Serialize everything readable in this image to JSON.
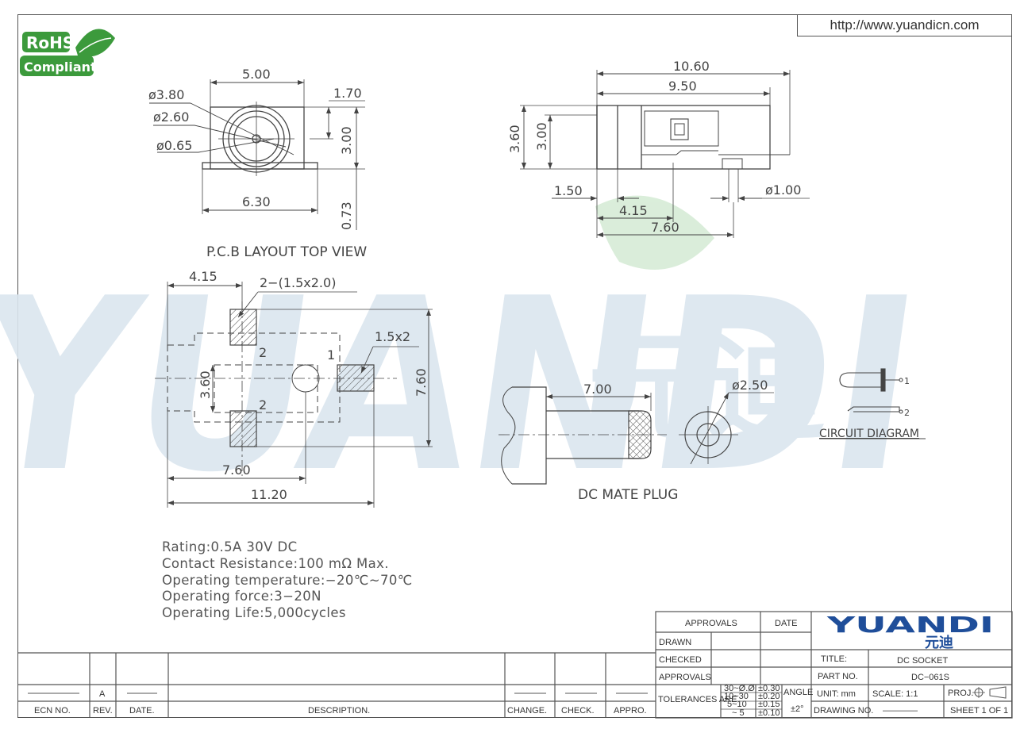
{
  "header": {
    "url": "http://www.yuandicn.com"
  },
  "logo": {
    "line1": "RoHS",
    "line2": "Compliant"
  },
  "watermark": {
    "latin": "YUANDI",
    "chinese": "元迪"
  },
  "dims": {
    "d380": "ø3.80",
    "d260": "ø2.60",
    "d065": "ø0.65",
    "w500": "5.00",
    "w170": "1.70",
    "h300a": "3.00",
    "w630": "6.30",
    "h073": "0.73",
    "w1060": "10.60",
    "w950": "9.50",
    "h360a": "3.60",
    "h300b": "3.00",
    "w150": "1.50",
    "w415a": "4.15",
    "d100": "ø1.00",
    "w760a": "7.60",
    "w415b": "4.15",
    "pad2": "2−(1.5x2.0)",
    "pad1": "1.5x2",
    "h360b": "3.60",
    "h760": "7.60",
    "pin2a": "2",
    "pin1": "1",
    "pin2b": "2",
    "w760b": "7.60",
    "w1120": "11.20",
    "w700": "7.00",
    "d250": "ø2.50"
  },
  "labels": {
    "pcb_layout": "P.C.B  LAYOUT  TOP  VIEW",
    "dc_mate_plug": "DC  MATE  PLUG",
    "circuit_diagram": "CIRCUIT  DIAGRAM",
    "circuit_pin1": "1",
    "circuit_pin2": "2"
  },
  "specs": [
    "Rating:0.5A  30V  DC",
    "Contact  Resistance:100  mΩ  Max.",
    "Operating  temperature:−20℃~70℃",
    "Operating  force:3−20N",
    "Operating  Life:5,000cycles"
  ],
  "title_block": {
    "approvals_header": "APPROVALS",
    "date_header": "DATE",
    "drawn": "DRAWN",
    "checked": "CHECKED",
    "approvals": "APPROVALS",
    "tolerances_are": "TOLERANCES ARE",
    "tol_ranges": [
      "30~Ø.Ø",
      "10~30",
      "5~10",
      "~ 5"
    ],
    "tol_values": [
      "±0.30",
      "±0.20",
      "±0.15",
      "±0.10"
    ],
    "angle": "ANGLE",
    "angle_value": "±2°",
    "brand": "YUANDI",
    "brand_cn": "元迪",
    "title_label": "TITLE:",
    "title_value": "DC SOCKET",
    "part_no_label": "PART NO.",
    "part_no_value": "DC−061S",
    "unit": "UNIT:  mm",
    "scale": "SCALE:   1:1",
    "proj": "PROJ.",
    "drawing_no": "DRAWING NO.",
    "drawing_no_value": "————",
    "sheet": "SHEET   1  OF  1"
  },
  "revision_table": {
    "row_rev": "A",
    "headers": [
      "ECN  NO.",
      "REV.",
      "DATE.",
      "DESCRIPTION.",
      "CHANGE.",
      "CHECK.",
      "APPRO."
    ],
    "dash": "————"
  }
}
